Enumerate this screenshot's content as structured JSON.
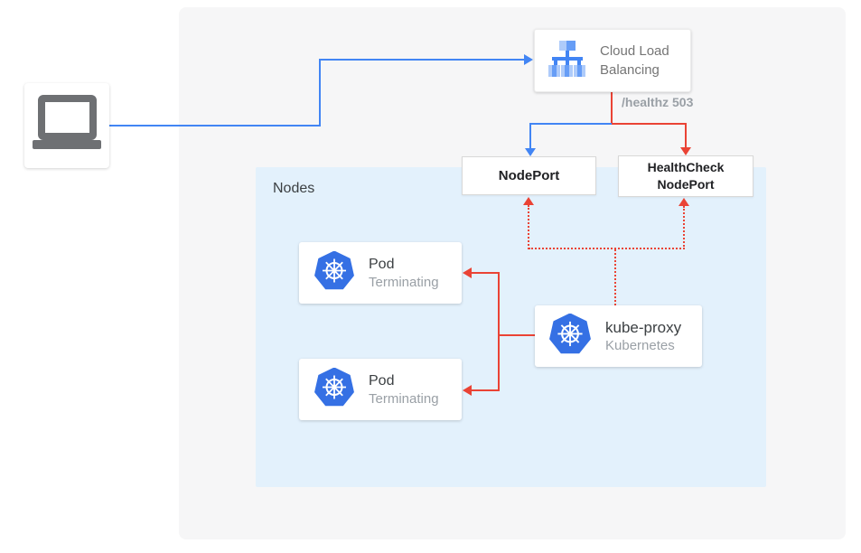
{
  "panels": {
    "nodes_label": "Nodes"
  },
  "cards": {
    "client": {
      "icon": "laptop-icon"
    },
    "cloud_load_balancing": {
      "icon": "cloud-load-balancing-icon",
      "label_line1": "Cloud Load",
      "label_line2": "Balancing"
    },
    "nodeport": {
      "label": "NodePort"
    },
    "healthcheck_nodeport": {
      "label_line1": "HealthCheck",
      "label_line2": "NodePort"
    },
    "pod_top": {
      "icon": "kubernetes-icon",
      "title": "Pod",
      "status": "Terminating"
    },
    "pod_bottom": {
      "icon": "kubernetes-icon",
      "title": "Pod",
      "status": "Terminating"
    },
    "kube_proxy": {
      "icon": "kubernetes-icon",
      "title": "kube-proxy",
      "subtitle": "Kubernetes"
    }
  },
  "edges": {
    "healthz_label": "/healthz 503",
    "colors": {
      "traffic_blue": "#4285f4",
      "health_red": "#ea4335"
    }
  },
  "colors": {
    "cluster_panel_bg": "#f6f6f7",
    "nodes_panel_bg": "#e3f1fc",
    "kubernetes_blue": "#3570e4",
    "gcp_icon_blue": "#4285f4",
    "gcp_icon_blue_medium": "#669df6",
    "gcp_icon_blue_light": "#aecbfa",
    "laptop_gray": "#6e7073"
  }
}
